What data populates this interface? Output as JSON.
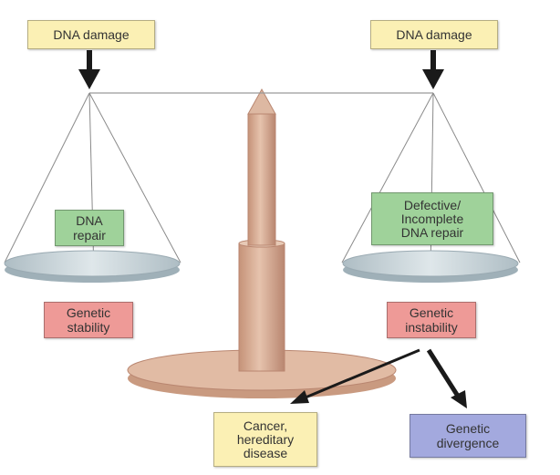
{
  "colors": {
    "input_box": "#fbf0b4",
    "repair_box": "#9fd29a",
    "stability_box": "#ee9a97",
    "cancer_box": "#fbf0b4",
    "divergence_box": "#a3a9de",
    "scale_wood": "#d9ae93",
    "pan": "#c5d2d8",
    "arrow": "#1a1a1a"
  },
  "left": {
    "input": "DNA damage",
    "process": "DNA\nrepair",
    "outcome": "Genetic\nstability"
  },
  "right": {
    "input": "DNA damage",
    "process": "Defective/\nIncomplete\nDNA repair",
    "outcome": "Genetic\ninstability"
  },
  "consequences": {
    "cancer": "Cancer,\nhereditary\ndisease",
    "divergence": "Genetic\ndivergence"
  }
}
